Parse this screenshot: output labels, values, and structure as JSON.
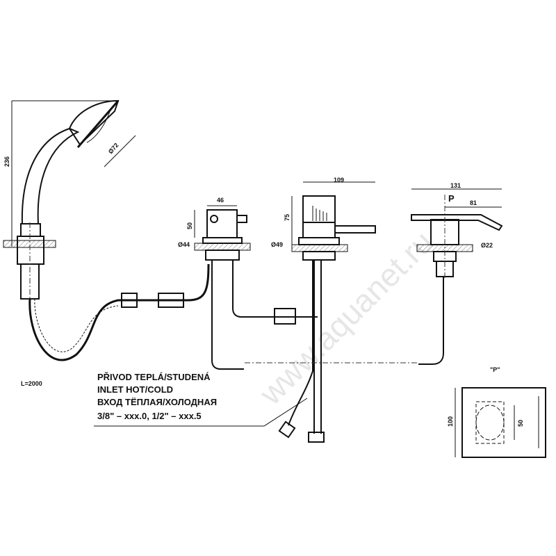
{
  "watermark": "www.aquanet.ru",
  "dimensions": {
    "shower_height": "236",
    "shower_head_diameter": "Ø72",
    "mixer_width": "46",
    "mixer_height": "50",
    "mixer_hole": "Ø44",
    "lever_width": "109",
    "lever_height": "75",
    "lever_hole": "Ø49",
    "spout_length": "131",
    "spout_reach": "81",
    "spout_hole": "Ø22",
    "view_marker": "P",
    "hose_length": "L=2000"
  },
  "inlet_note": {
    "line1": "PŘIVOD TEPLÁ/STUDENÁ",
    "line2": "INLET HOT/COLD",
    "line3": "ВХОД ТЁПЛАЯ/ХОЛОДНАЯ",
    "line4": "3/8\" – xxx.0, 1/2\" – xxx.5"
  },
  "detail_p": {
    "title": "\"P\"",
    "height": "100",
    "inner": "50"
  }
}
